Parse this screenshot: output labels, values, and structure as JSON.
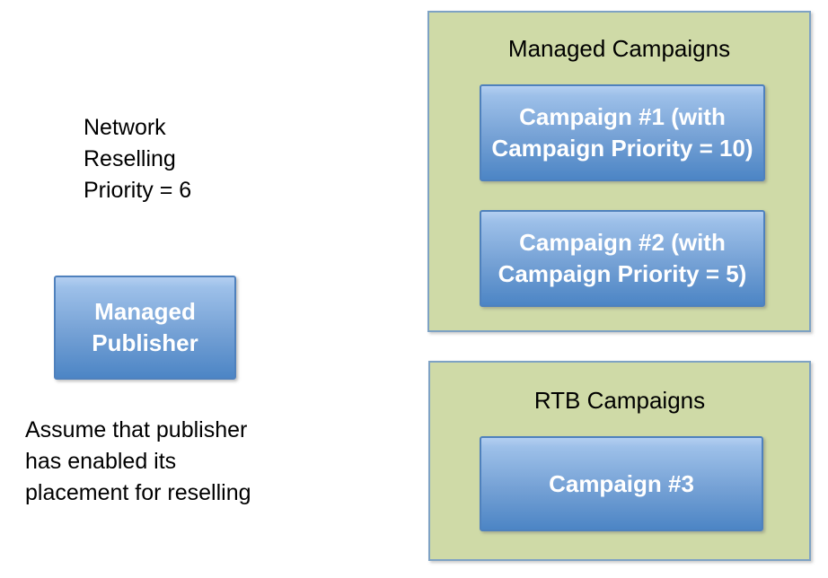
{
  "colors": {
    "background": "#ffffff",
    "green_fill": "#cfdaa7",
    "green_border": "#7ea2c4",
    "blue_gradient_top": "#b4cff1",
    "blue_gradient_bottom": "#4c85c5",
    "blue_border": "#4f81bd",
    "text_dark": "#000000",
    "text_light": "#ffffff"
  },
  "left_column": {
    "priority_note": {
      "line1": "Network",
      "line2": "Reselling",
      "line3": "Priority = 6"
    },
    "publisher_box": {
      "line1": "Managed",
      "line2": "Publisher"
    },
    "assumption_note": {
      "line1": "Assume that publisher",
      "line2": "has enabled its",
      "line3": "placement for reselling"
    }
  },
  "managed_campaigns_group": {
    "title": "Managed Campaigns",
    "campaign1": {
      "line1": "Campaign #1 (with",
      "line2": "Campaign Priority = 10)"
    },
    "campaign2": {
      "line1": "Campaign #2 (with",
      "line2": "Campaign Priority = 5)"
    }
  },
  "rtb_campaigns_group": {
    "title": "RTB Campaigns",
    "campaign3": {
      "line1": "Campaign #3"
    }
  }
}
